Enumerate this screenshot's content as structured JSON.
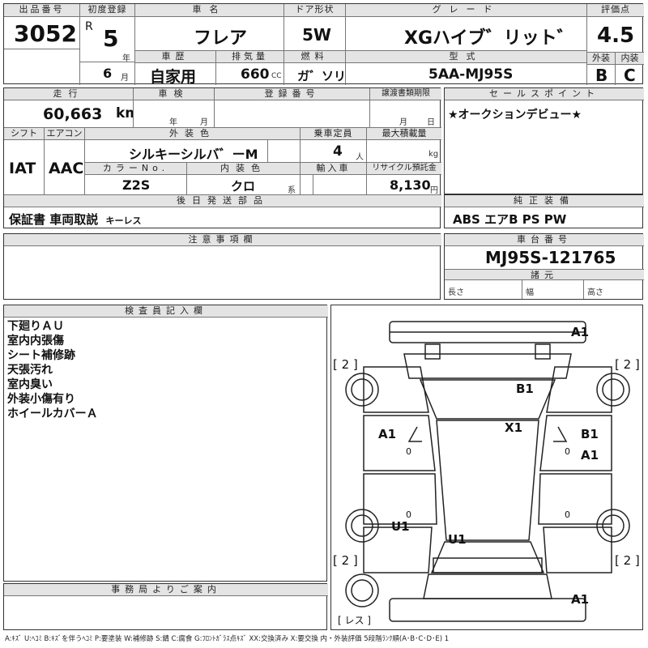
{
  "lot": {
    "label": "出品番号",
    "value": "3052"
  },
  "registration": {
    "label": "初度登録",
    "era": "R",
    "year_num": "5",
    "year_unit": "年",
    "month_num": "6",
    "month_unit": "月"
  },
  "car_name": {
    "label": "車名",
    "value": "フレア"
  },
  "door": {
    "label": "ドア形状",
    "value": "5W"
  },
  "grade": {
    "label": "グレード",
    "value": "XGハイブ゛リット゛"
  },
  "score": {
    "label": "評価点",
    "value": "4.5"
  },
  "exterior_grade": {
    "label": "外装",
    "value": "B"
  },
  "interior_grade": {
    "label": "内装",
    "value": "C"
  },
  "history": {
    "label": "車歴",
    "value": "自家用"
  },
  "displacement": {
    "label": "排気量",
    "value": "660",
    "unit": "CC"
  },
  "fuel": {
    "label": "燃料",
    "value": "ガ゛ソリン"
  },
  "model": {
    "label": "型式",
    "value": "5AA-MJ95S"
  },
  "mileage": {
    "label": "走行",
    "value": "60,663",
    "unit": "km"
  },
  "inspection": {
    "label": "車検",
    "year_unit": "年",
    "month_unit": "月"
  },
  "reg_number": {
    "label": "登録番号"
  },
  "transfer_doc": {
    "label": "譲渡書類期限",
    "month_unit": "月",
    "day_unit": "日"
  },
  "sales_point": {
    "label": "セールスポイント",
    "value": "★オークションデビュー★"
  },
  "shift": {
    "label": "シフト",
    "value": "IAT"
  },
  "aircon": {
    "label": "エアコン",
    "value": "AAC"
  },
  "ext_color": {
    "label": "外装色",
    "value": "シルキーシルバ゛ーM"
  },
  "capacity": {
    "label": "乗車定員",
    "value": "4",
    "unit": "人"
  },
  "max_load": {
    "label": "最大積載量",
    "unit": "kg"
  },
  "color_no": {
    "label": "カラーNo.",
    "value": "Z2S"
  },
  "int_color": {
    "label": "内装色",
    "value": "クロ",
    "unit": "系"
  },
  "import": {
    "label": "輸入車"
  },
  "recycle": {
    "label": "リサイクル預託金",
    "value": "8,130",
    "unit": "円"
  },
  "later_parts": {
    "label": "後日発送部品",
    "value": "保証書 車両取説",
    "value_small": "キーレス"
  },
  "equipment": {
    "label": "純正装備",
    "value": "ABS エアB PS PW"
  },
  "notes": {
    "label": "注意事項欄"
  },
  "chassis": {
    "label": "車台番号",
    "value": "MJ95S-121765"
  },
  "dimensions": {
    "label": "諸元",
    "length": "長さ",
    "width": "幅",
    "height": "高さ"
  },
  "inspector": {
    "label": "検査員記入欄",
    "lines": [
      "下廻りＡＵ",
      "室内内張傷",
      "シート補修跡",
      "天張汚れ",
      "室内臭い",
      "外装小傷有り",
      "ホイールカバーＡ"
    ]
  },
  "office": {
    "label": "事務局よりご案内"
  },
  "diagram_marks": {
    "a1_top": "A1",
    "bracket_l1": "[ 2 ]",
    "bracket_r1": "[ 2 ]",
    "b1_roof": "B1",
    "x1_roof": "X1",
    "a1_left": "A1",
    "b1_right": "B1",
    "a1_right": "A1",
    "zero_left": "0",
    "zero_right": "0",
    "zero_left2": "0",
    "zero_right2": "0",
    "u1_left": "U1",
    "u1_rear": "U1",
    "bracket_l2": "[ 2 ]",
    "bracket_r2": "[ 2 ]",
    "a1_bottom": "A1",
    "spare": "[ レス ]"
  },
  "legend": "A:ｷｽﾞ U:ﾍｺﾐ B:ｷｽﾞを伴うﾍｺﾐ P:要塗装 W:補修跡 S:錆 C:腐食 G:ﾌﾛﾝﾄｶﾞﾗｽ点ｷｽﾞ XX:交換済み X:要交換 内・外装評価 5段階ﾗﾝｸ順(A･B･C･D･E) 1"
}
